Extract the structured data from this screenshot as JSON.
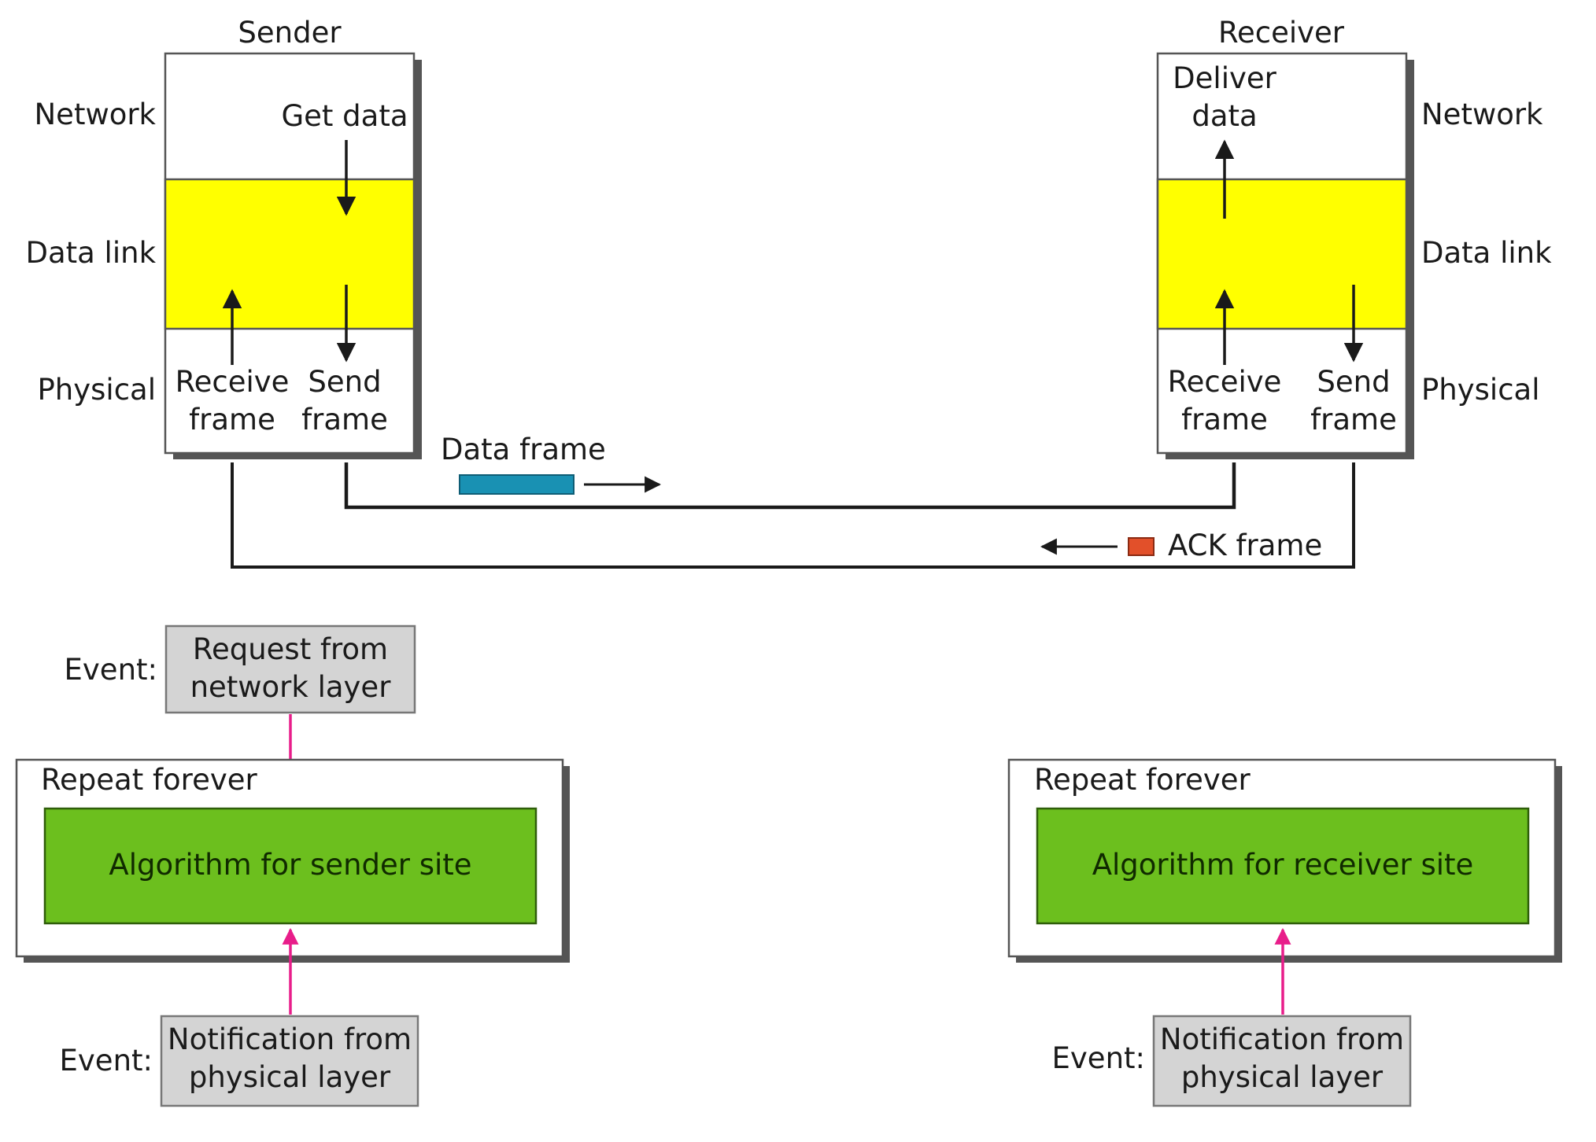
{
  "sender": {
    "title": "Sender",
    "layers": {
      "network": "Network",
      "data_link": "Data link",
      "physical": "Physical"
    },
    "get_data": "Get data",
    "receive_frame": [
      "Receive",
      "frame"
    ],
    "send_frame": [
      "Send",
      "frame"
    ]
  },
  "receiver": {
    "title": "Receiver",
    "layers": {
      "network": "Network",
      "data_link": "Data link",
      "physical": "Physical"
    },
    "deliver_data": [
      "Deliver",
      "data"
    ],
    "receive_frame": [
      "Receive",
      "frame"
    ],
    "send_frame": [
      "Send",
      "frame"
    ]
  },
  "channel": {
    "data_frame_label": "Data frame",
    "ack_frame_label": "ACK frame"
  },
  "sender_site": {
    "event_label": "Event:",
    "top_event": [
      "Request from",
      "network layer"
    ],
    "repeat_label": "Repeat forever",
    "algorithm": "Algorithm for sender site",
    "bottom_event": [
      "Notification from",
      "physical layer"
    ]
  },
  "receiver_site": {
    "event_label": "Event:",
    "repeat_label": "Repeat forever",
    "algorithm": "Algorithm for receiver site",
    "bottom_event": [
      "Notification from",
      "physical layer"
    ]
  },
  "colors": {
    "data_link": "#ffff00",
    "algorithm": "#6cbf1e",
    "event_box": "#d4d4d4",
    "data_frame": "#1991b3",
    "ack_frame": "#e2502a",
    "event_arrow": "#e81d8a"
  }
}
